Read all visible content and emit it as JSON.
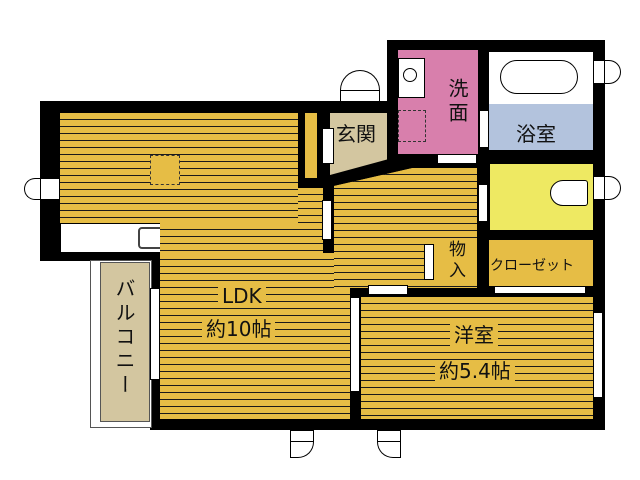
{
  "floorplan": {
    "rooms": {
      "ldk": {
        "name": "LDK",
        "area": "約10帖"
      },
      "western": {
        "name": "洋室",
        "area": "約5.4帖"
      },
      "entrance": {
        "name": "玄関"
      },
      "washroom": {
        "name": "洗面"
      },
      "bathroom": {
        "name": "浴室"
      },
      "storage": {
        "name": "物入"
      },
      "closet": {
        "name": "クローゼット"
      },
      "balcony": {
        "name": "バルコニー"
      }
    },
    "colors": {
      "floor": "#e6bd45",
      "entrance": "#d3c6a0",
      "washroom": "#d87fac",
      "bathroom": "#b3c3dd",
      "toilet": "#eee962",
      "balcony": "#d3c6a0",
      "wall": "#000000"
    }
  }
}
